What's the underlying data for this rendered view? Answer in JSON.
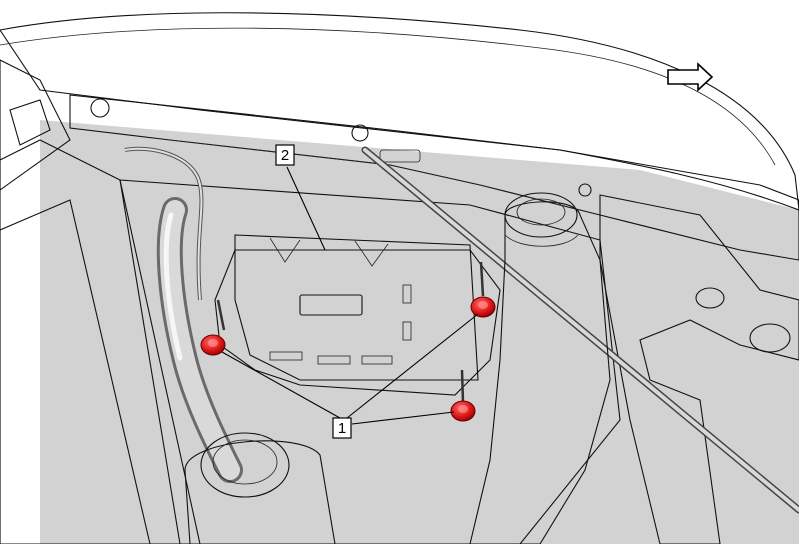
{
  "callouts": [
    {
      "id": "callout-1",
      "label": "1"
    },
    {
      "id": "callout-2",
      "label": "2"
    }
  ],
  "icons": {
    "direction_arrow": "arrow-right-outline-icon",
    "fasteners": "red-nut-fastener-icon"
  },
  "colors": {
    "fastener": "#e01818",
    "panel": "#6f6f6f",
    "body_light": "#e6e6e6",
    "line": "#111111"
  }
}
